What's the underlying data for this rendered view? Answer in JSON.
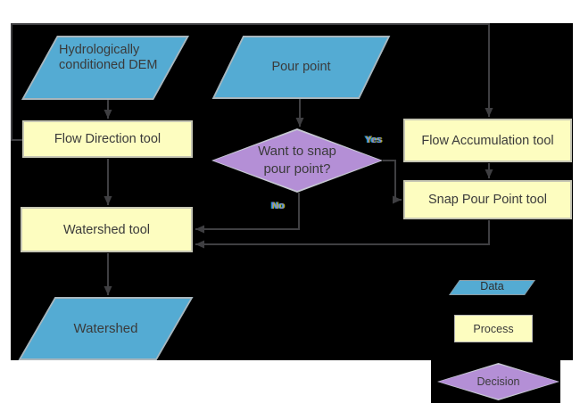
{
  "diagram": {
    "nodes": {
      "dem": "Hydrologically conditioned DEM",
      "pour_point": "Pour point",
      "flow_direction": "Flow Direction tool",
      "decision": "Want to snap pour point?",
      "flow_accumulation": "Flow Accumulation tool",
      "snap_pour_point": "Snap Pour Point tool",
      "watershed_tool": "Watershed tool",
      "watershed": "Watershed"
    },
    "edge_labels": {
      "yes": "Yes",
      "no": "No"
    },
    "legend": {
      "data": "Data",
      "process": "Process",
      "decision": "Decision"
    },
    "colors": {
      "background": "#000000",
      "data_fill": "#54abd3",
      "process_fill": "#fdfdc0",
      "decision_fill": "#b48fd6",
      "connector": "#3f3f42",
      "text": "#3a3a3a"
    }
  }
}
